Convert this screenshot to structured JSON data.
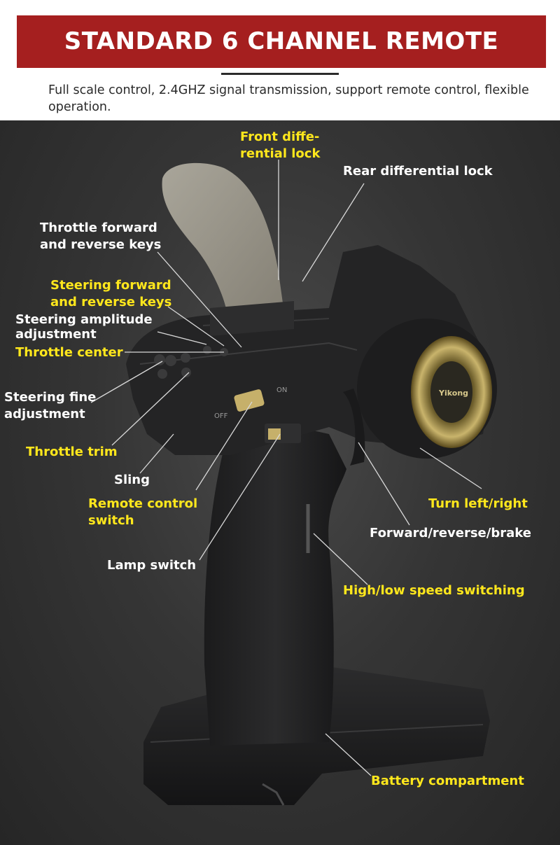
{
  "header": {
    "title": "STANDARD 6 CHANNEL REMOTE CONTROL",
    "subtitle": "Full scale control, 2.4GHZ signal transmission, support remote control, flexible operation."
  },
  "colors": {
    "banner_red": "#a51f1f",
    "label_white": "#ffffff",
    "label_yellow": "#ffe71c",
    "background_dark": "#333333"
  },
  "device": {
    "logo_text": "Yikong",
    "switch_off": "OFF",
    "switch_on": "ON"
  },
  "callouts": {
    "front_diff_lock": "Front diffe-\nrential lock",
    "rear_diff_lock": "Rear differential lock",
    "throttle_fwd_rev_keys": "Throttle forward\nand reverse keys",
    "steering_fwd_rev_keys": "Steering forward\nand reverse keys",
    "steering_amplitude": "Steering amplitude\nadjustment",
    "throttle_center": "Throttle center",
    "steering_fine": "Steering fine\nadjustment",
    "throttle_trim": "Throttle trim",
    "sling": "Sling",
    "remote_switch": "Remote control\nswitch",
    "lamp_switch": "Lamp switch",
    "turn": "Turn left/right",
    "fwd_rev_brake": "Forward/reverse/brake",
    "speed_switch": "High/low speed switching",
    "battery": "Battery compartment"
  }
}
